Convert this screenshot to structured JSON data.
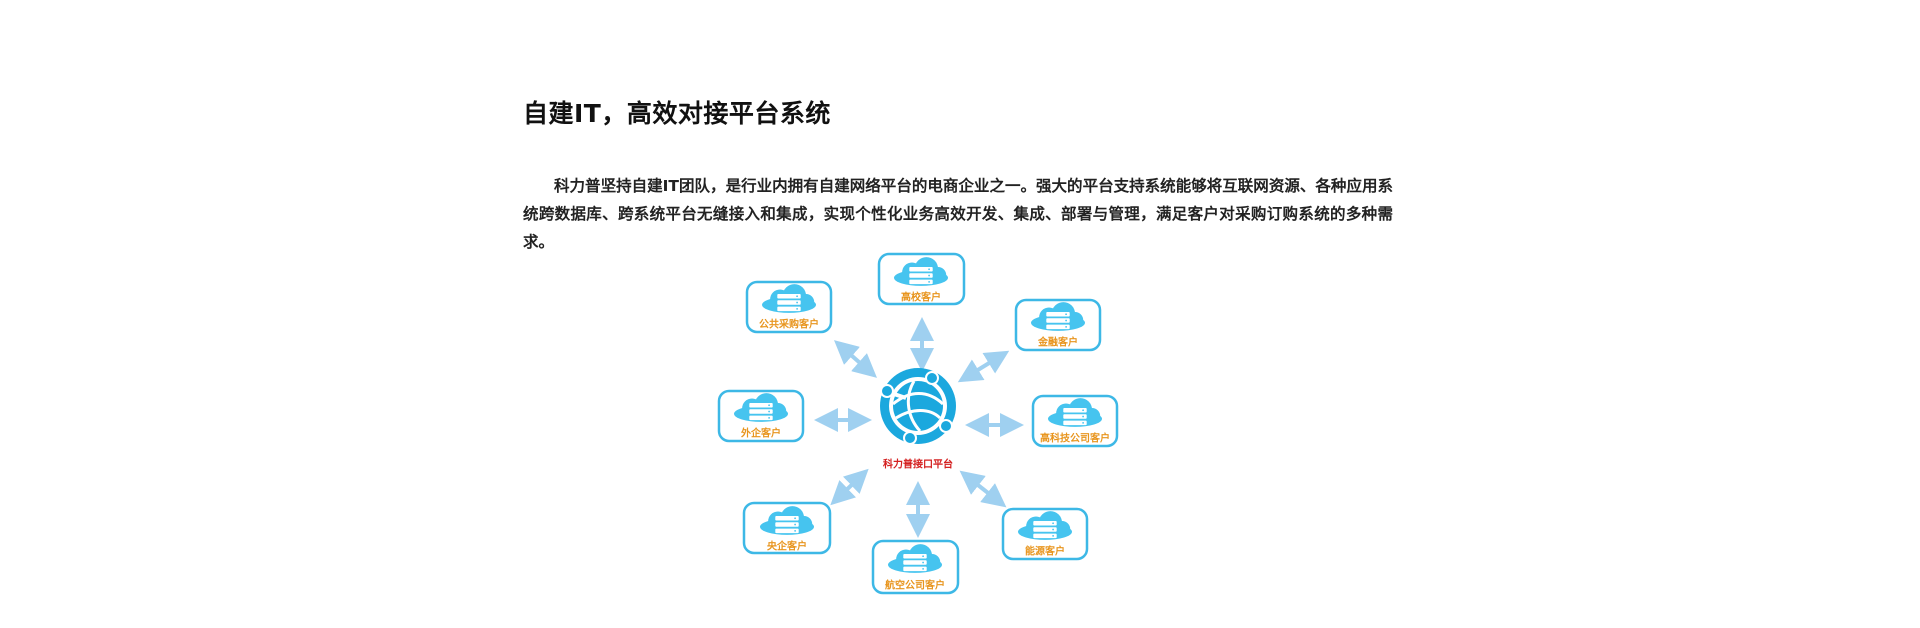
{
  "section": {
    "title": "自建IT，高效对接平台系统",
    "intro": "科力普坚持自建IT团队，是行业内拥有自建网络平台的电商企业之一。强大的平台支持系统能够将互联网资源、各种应用系统跨数据库、跨系统平台无缝接入和集成，实现个性化业务高效开发、集成、部署与管理，满足客户对采购订购系统的多种需求。"
  },
  "diagram": {
    "center": {
      "label": "科力普接口平台",
      "icon": "globe-network-icon"
    },
    "nodes": [
      {
        "id": "gov",
        "label": "公共采购客户",
        "icon": "cloud-server-icon"
      },
      {
        "id": "univ",
        "label": "高校客户",
        "icon": "cloud-server-icon"
      },
      {
        "id": "finance",
        "label": "金融客户",
        "icon": "cloud-server-icon"
      },
      {
        "id": "foreign",
        "label": "外企客户",
        "icon": "cloud-server-icon"
      },
      {
        "id": "hitech",
        "label": "高科技公司客户",
        "icon": "cloud-server-icon"
      },
      {
        "id": "soe",
        "label": "央企客户",
        "icon": "cloud-server-icon"
      },
      {
        "id": "airline",
        "label": "航空公司客户",
        "icon": "cloud-server-icon"
      },
      {
        "id": "energy",
        "label": "能源客户",
        "icon": "cloud-server-icon"
      }
    ],
    "colors": {
      "frame": "#3db8e6",
      "cloud": "#46c4ef",
      "server": "#ffffff",
      "arrow": "#9fd0f0",
      "node_label": "#e8951e",
      "center_label": "#d42020",
      "globe": "#1ba8de"
    }
  }
}
